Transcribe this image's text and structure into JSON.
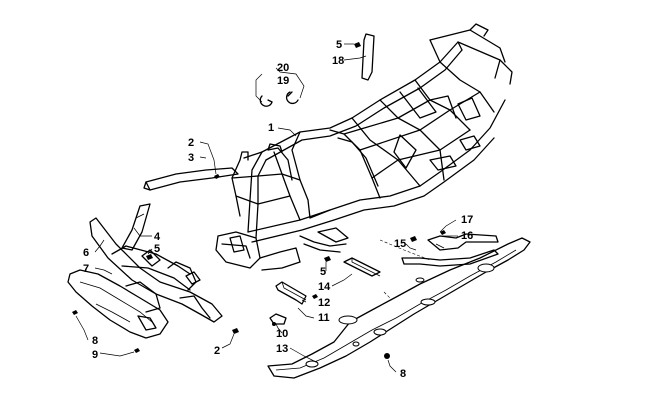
{
  "diagram": {
    "callouts": [
      {
        "id": "c1",
        "text": "1"
      },
      {
        "id": "c2a",
        "text": "2"
      },
      {
        "id": "c2b",
        "text": "2"
      },
      {
        "id": "c3",
        "text": "3"
      },
      {
        "id": "c4",
        "text": "4"
      },
      {
        "id": "c5a",
        "text": "5"
      },
      {
        "id": "c5b",
        "text": "5"
      },
      {
        "id": "c5c",
        "text": "5"
      },
      {
        "id": "c6",
        "text": "6"
      },
      {
        "id": "c7",
        "text": "7"
      },
      {
        "id": "c8a",
        "text": "8"
      },
      {
        "id": "c8b",
        "text": "8"
      },
      {
        "id": "c9",
        "text": "9"
      },
      {
        "id": "c10",
        "text": "10"
      },
      {
        "id": "c11",
        "text": "11"
      },
      {
        "id": "c12",
        "text": "12"
      },
      {
        "id": "c13",
        "text": "13"
      },
      {
        "id": "c14",
        "text": "14"
      },
      {
        "id": "c15",
        "text": "15"
      },
      {
        "id": "c16",
        "text": "16"
      },
      {
        "id": "c17",
        "text": "17"
      },
      {
        "id": "c18",
        "text": "18"
      },
      {
        "id": "c19",
        "text": "19"
      },
      {
        "id": "c20",
        "text": "20"
      }
    ]
  }
}
